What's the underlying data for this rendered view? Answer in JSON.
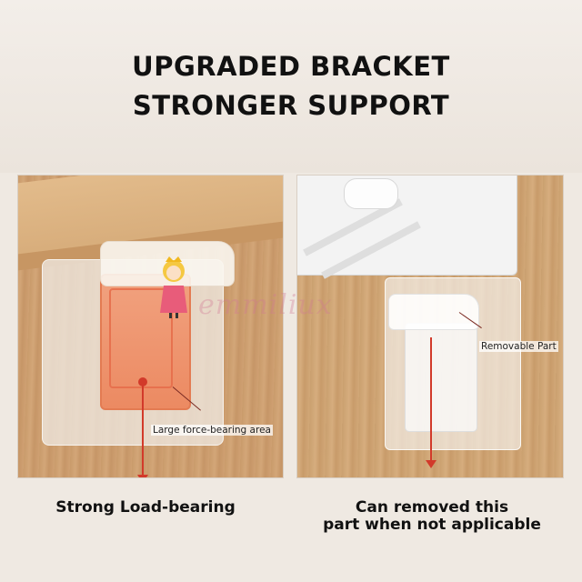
{
  "headline": {
    "line1": "UPGRADED BRACKET",
    "line2": "STRONGER SUPPORT"
  },
  "left_panel": {
    "annotation": "Large force-bearing area",
    "caption": "Strong Load-bearing"
  },
  "right_panel": {
    "annotation": "Removable Part",
    "caption_line1": "Can removed this",
    "caption_line2": "part when not applicable"
  },
  "watermark": "emmiliux",
  "colors": {
    "accent": "#d23a2a",
    "bracket_orange": "#ec8a62",
    "background": "#efe9e2"
  }
}
